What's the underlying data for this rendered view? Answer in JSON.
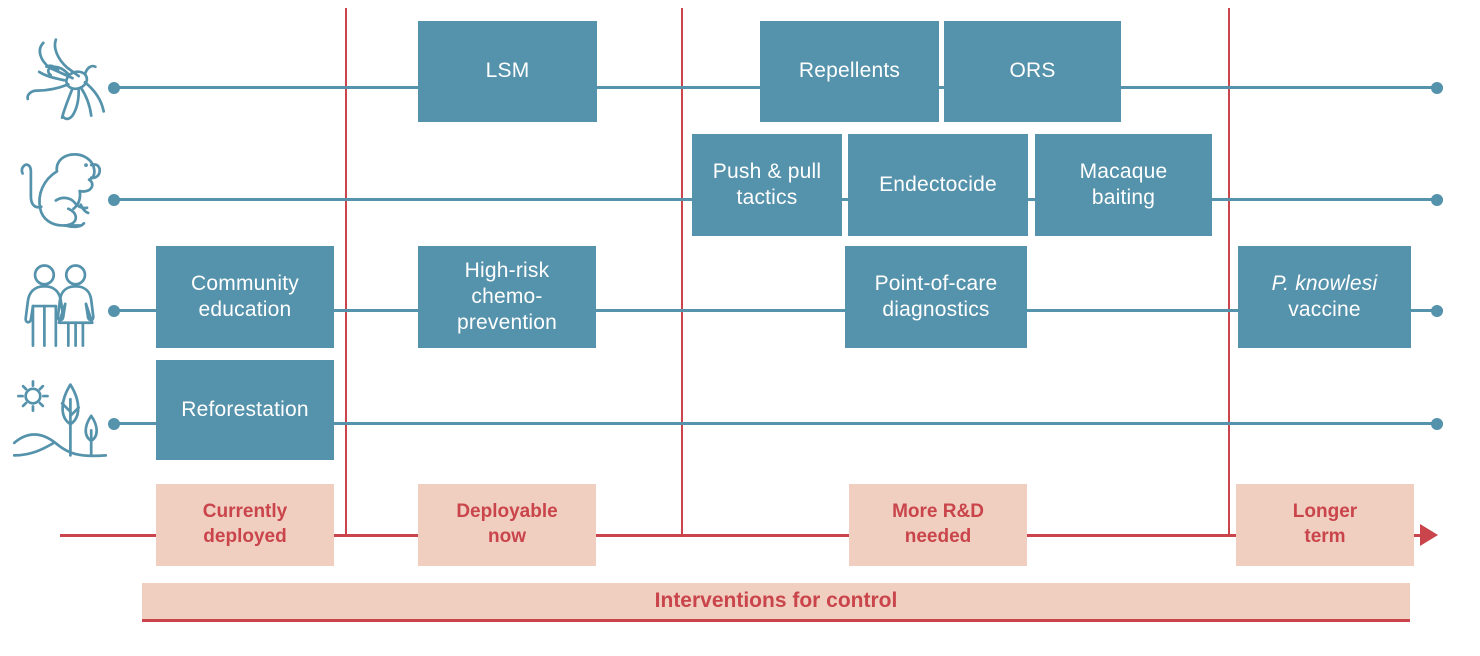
{
  "diagram": {
    "title": "Interventions for control",
    "colors": {
      "teal": "#5592AB",
      "red": "#C9454B",
      "salmon": "#F0CEC0",
      "white": "#FFFFFF"
    },
    "rows": [
      {
        "icon": "mosquito-icon",
        "label": "Mosquito"
      },
      {
        "icon": "macaque-icon",
        "label": "Macaque"
      },
      {
        "icon": "people-icon",
        "label": "People"
      },
      {
        "icon": "landscape-icon",
        "label": "Environment"
      }
    ],
    "interventions": [
      {
        "row": 0,
        "label": "LSM",
        "phase": "Deployable now"
      },
      {
        "row": 0,
        "label": "Repellents",
        "phase": "More R&D needed"
      },
      {
        "row": 0,
        "label": "ORS",
        "phase": "More R&D needed"
      },
      {
        "row": 1,
        "label": "Push & pull tactics",
        "phase": "More R&D needed"
      },
      {
        "row": 1,
        "label": "Endectocide",
        "phase": "More R&D needed"
      },
      {
        "row": 1,
        "label": "Macaque baiting",
        "phase": "More R&D needed"
      },
      {
        "row": 2,
        "label": "Community education",
        "phase": "Currently deployed"
      },
      {
        "row": 2,
        "label": "High-risk chemo-prevention",
        "phase": "Deployable now"
      },
      {
        "row": 2,
        "label": "Point-of-care diagnostics",
        "phase": "More R&D needed"
      },
      {
        "row": 2,
        "label": "P. knowlesi vaccine",
        "phase": "Longer term"
      },
      {
        "row": 3,
        "label": "Reforestation",
        "phase": "Currently deployed"
      }
    ],
    "box_labels": {
      "lsm": "LSM",
      "repellents": "Repellents",
      "ors": "ORS",
      "push_pull_l1": "Push & pull",
      "push_pull_l2": "tactics",
      "endectocide": "Endectocide",
      "macaque_l1": "Macaque",
      "macaque_l2": "baiting",
      "community_l1": "Community",
      "community_l2": "education",
      "chemo_l1": "High-risk",
      "chemo_l2": "chemo-",
      "chemo_l3": "prevention",
      "poc_l1": "Point-of-care",
      "poc_l2": "diagnostics",
      "vaccine_l1": "P. knowlesi",
      "vaccine_l2": "vaccine",
      "reforestation": "Reforestation"
    },
    "phases": [
      {
        "line1": "Currently",
        "line2": "deployed"
      },
      {
        "line1": "Deployable",
        "line2": "now"
      },
      {
        "line1": "More R&D",
        "line2": "needed"
      },
      {
        "line1": "Longer",
        "line2": "term"
      }
    ],
    "footer": {
      "label": "Interventions for control"
    }
  }
}
